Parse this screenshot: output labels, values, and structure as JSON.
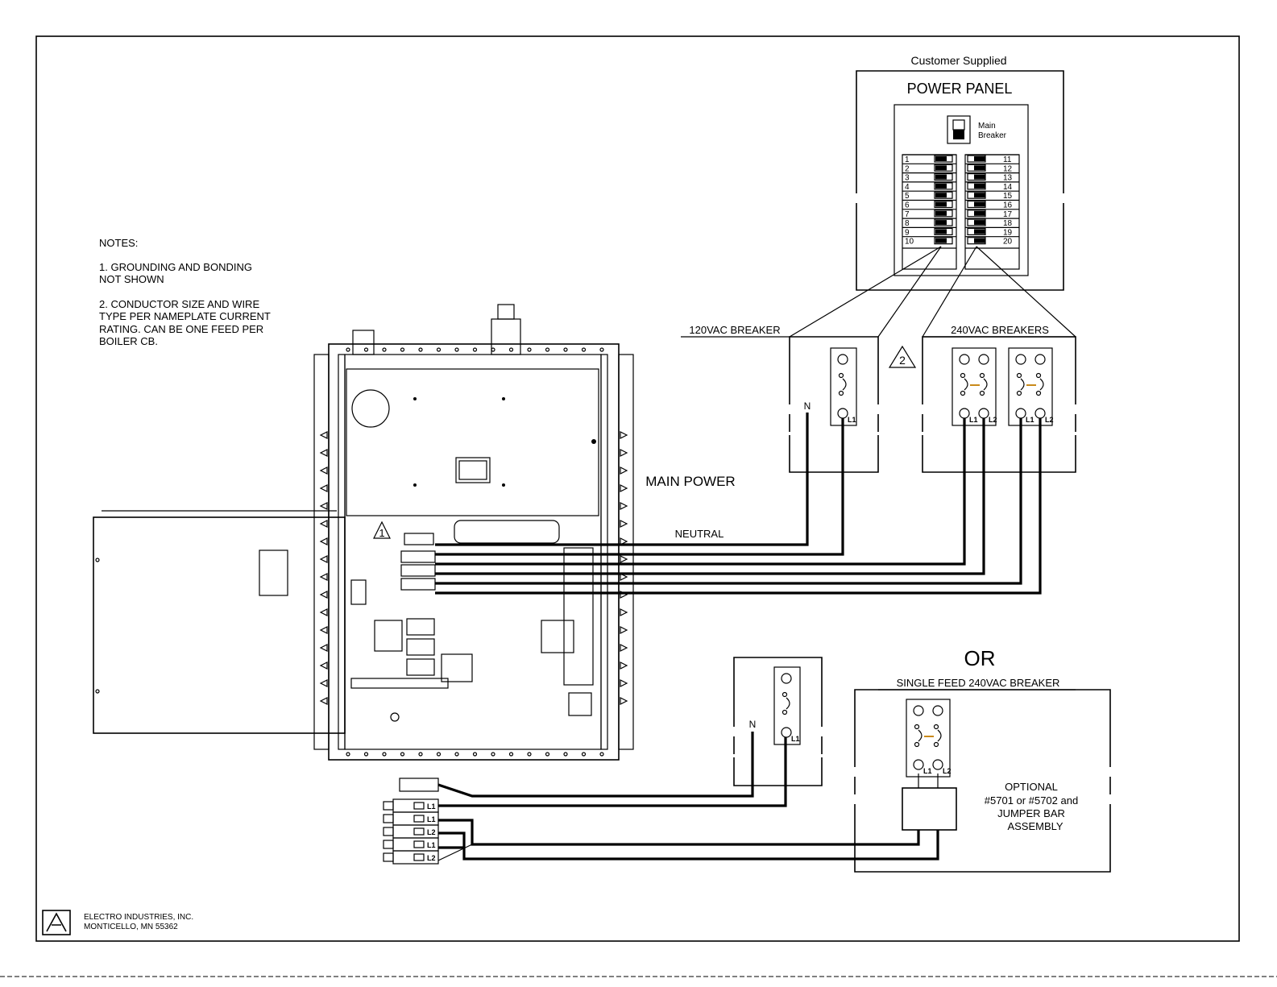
{
  "notes": {
    "heading": "NOTES:",
    "note1_line1": "1. GROUNDING AND BONDING",
    "note1_line2": "NOT SHOWN",
    "note2_line1": "2. CONDUCTOR SIZE AND WIRE",
    "note2_line2": "TYPE PER NAMEPLATE CURRENT",
    "note2_line3": "RATING.  CAN BE ONE FEED PER",
    "note2_line4": "BOILER CB."
  },
  "power_panel": {
    "supplied": "Customer Supplied",
    "title": "POWER PANEL",
    "main_breaker_line1": "Main",
    "main_breaker_line2": "Breaker",
    "left_numbers": [
      "1",
      "2",
      "3",
      "4",
      "5",
      "6",
      "7",
      "8",
      "9",
      "10"
    ],
    "right_numbers": [
      "11",
      "12",
      "13",
      "14",
      "15",
      "16",
      "17",
      "18",
      "19",
      "20"
    ]
  },
  "labels": {
    "breaker_120": "120VAC BREAKER",
    "breakers_240": "240VAC BREAKERS",
    "main_power": "MAIN POWER",
    "neutral": "NEUTRAL",
    "n": "N",
    "l1": "L1",
    "l2": "L2",
    "warn1": "1",
    "warn2": "2",
    "or": "OR",
    "single_feed": "SINGLE FEED 240VAC BREAKER",
    "opt1": "OPTIONAL",
    "opt2": "#5701 or #5702 and",
    "opt3": "JUMPER BAR",
    "opt4": "ASSEMBLY"
  },
  "company": {
    "name": "ELECTRO INDUSTRIES, INC.",
    "city": "MONTICELLO, MN 55362"
  }
}
